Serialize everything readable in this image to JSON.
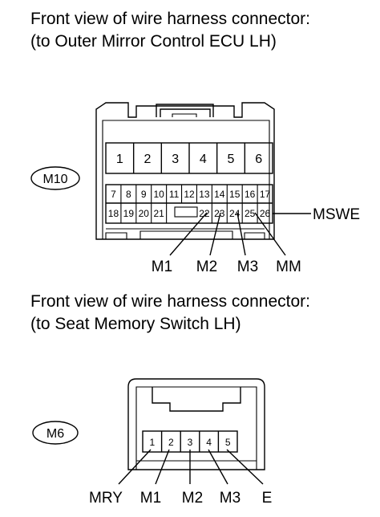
{
  "connector1": {
    "heading_line1": "Front view of wire harness connector:",
    "heading_line2": "(to Outer Mirror Control ECU LH)",
    "id": "M10",
    "large_pins": [
      "1",
      "2",
      "3",
      "4",
      "5",
      "6"
    ],
    "small_pins_row1": [
      "7",
      "8",
      "9",
      "10",
      "11",
      "12",
      "13",
      "14",
      "15",
      "16",
      "17"
    ],
    "small_pins_row2_left": [
      "18",
      "19",
      "20",
      "21"
    ],
    "small_pins_row2_right": [
      "22",
      "23",
      "24",
      "25",
      "26"
    ],
    "labels": {
      "m1": "M1",
      "m2": "M2",
      "m3": "M3",
      "mm": "MM",
      "mswe": "MSWE"
    }
  },
  "connector2": {
    "heading_line1": "Front view of wire harness connector:",
    "heading_line2": "(to Seat Memory Switch LH)",
    "id": "M6",
    "pins": [
      "1",
      "2",
      "3",
      "4",
      "5"
    ],
    "labels": {
      "mry": "MRY",
      "m1": "M1",
      "m2": "M2",
      "m3": "M3",
      "e": "E"
    }
  }
}
